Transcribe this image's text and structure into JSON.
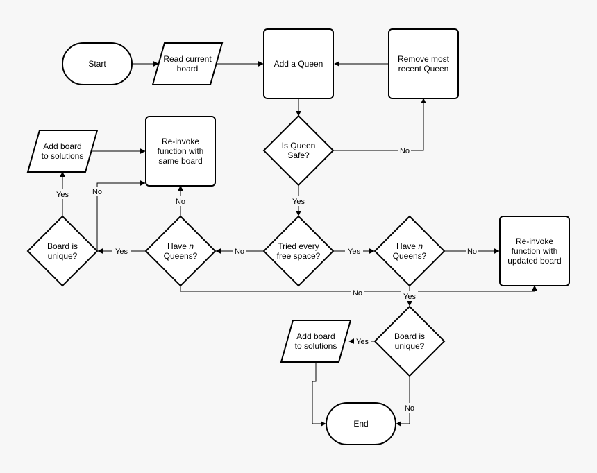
{
  "colors": {
    "background": "#f7f7f7",
    "shape_fill": "#ffffff",
    "stroke": "#000000"
  },
  "nodes": {
    "start": {
      "lines": [
        "Start"
      ]
    },
    "read_board": {
      "lines": [
        "Read current",
        "board"
      ]
    },
    "add_queen": {
      "lines": [
        "Add a Queen"
      ]
    },
    "remove_queen": {
      "lines": [
        "Remove most",
        "recent Queen"
      ]
    },
    "queen_safe": {
      "lines": [
        "Is Queen",
        "Safe?"
      ]
    },
    "tried_every": {
      "lines": [
        "Tried every",
        "free space?"
      ]
    },
    "have_n_left": {
      "lines": [
        "Have ",
        "n",
        "",
        "Queens?"
      ]
    },
    "have_n_right": {
      "lines": [
        "Have ",
        "n",
        "",
        "Queens?"
      ]
    },
    "board_unique_left": {
      "lines": [
        "Board is",
        "unique?"
      ]
    },
    "add_solution_left": {
      "lines": [
        "Add board",
        "to solutions"
      ]
    },
    "reinvoke_same": {
      "lines": [
        "Re-invoke",
        "function with",
        "same board"
      ]
    },
    "reinvoke_updated": {
      "lines": [
        "Re-invoke",
        "function with",
        "updated board"
      ]
    },
    "board_unique_bottom": {
      "lines": [
        "Board is",
        "unique?"
      ]
    },
    "add_solution_bottom": {
      "lines": [
        "Add board",
        "to solutions"
      ]
    },
    "end": {
      "lines": [
        "End"
      ]
    }
  },
  "edge_labels": {
    "no": "No",
    "yes": "Yes"
  }
}
